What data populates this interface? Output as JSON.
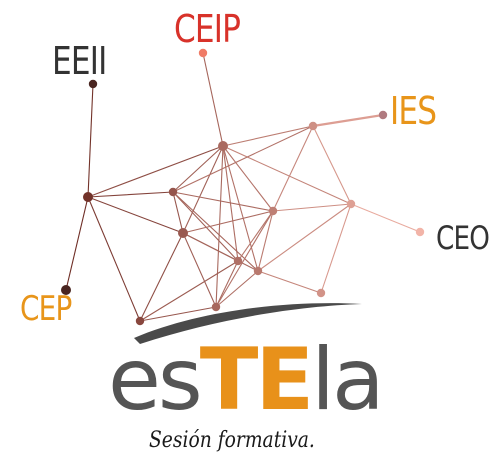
{
  "nodes": {
    "ceip": "CEIP",
    "eeii": "EEII",
    "ies": "IES",
    "ceo": "CEO",
    "cep": "CEP"
  },
  "logo": {
    "part1": "es",
    "part2": "TE",
    "part3": "la"
  },
  "tagline": "Sesión formativa.",
  "colors": {
    "ceip": "#d8322a",
    "ies": "#e8951a",
    "cep": "#e8951a",
    "dark_text": "#333333",
    "logo_gray": "#555555",
    "logo_orange": "#e8911a",
    "network_dark": "#6b2a22",
    "network_light": "#f2b4a8"
  }
}
